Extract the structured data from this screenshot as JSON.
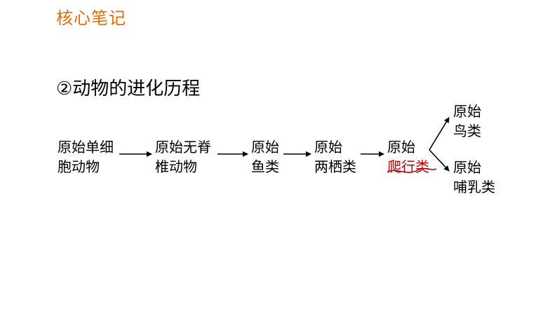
{
  "header": {
    "title": "核心笔记"
  },
  "section": {
    "title": "②动物的进化历程"
  },
  "nodes": [
    {
      "line1": "原始单细",
      "line2": "胞动物"
    },
    {
      "line1": "原始无脊",
      "line2": "椎动物"
    },
    {
      "line1": "原始",
      "line2": "鱼类"
    },
    {
      "line1": "原始",
      "line2": "两栖类"
    },
    {
      "line1": "原始",
      "line2": "爬行类"
    },
    {
      "line1": "原始",
      "line2": "鸟类"
    },
    {
      "line1": "原始",
      "line2": "哺乳类"
    }
  ],
  "colors": {
    "header_accent": "#e36c09",
    "annotation_mark": "#c00000",
    "text": "#000000",
    "arrow": "#000000"
  }
}
